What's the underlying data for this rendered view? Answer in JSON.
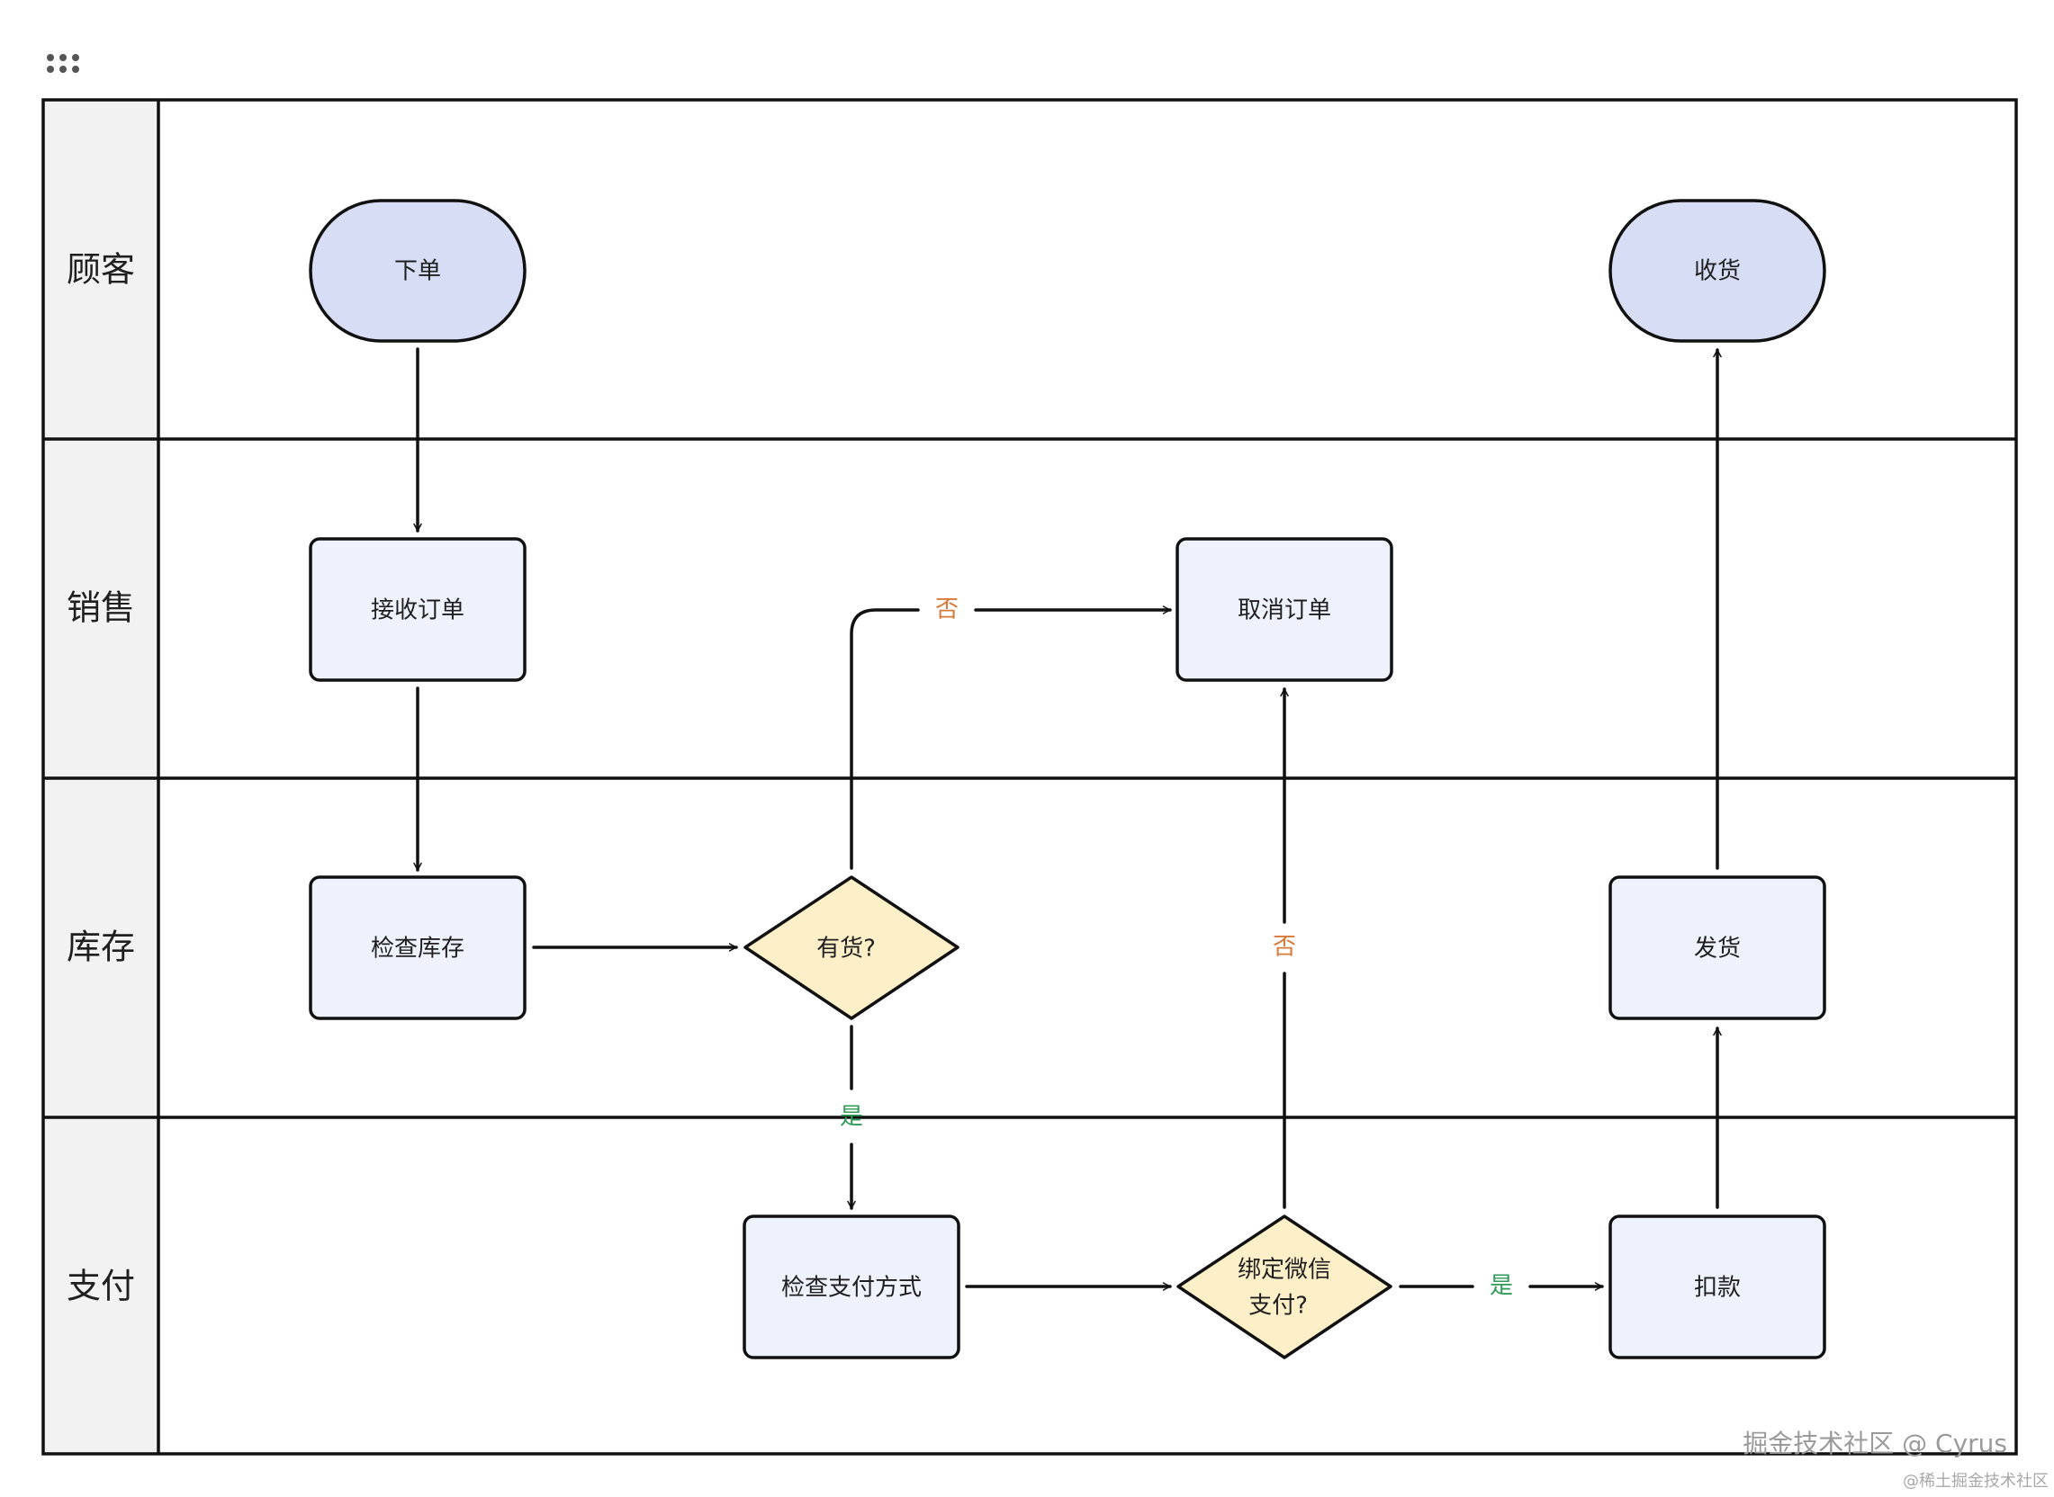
{
  "lanes": [
    "顾客",
    "销售",
    "库存",
    "支付"
  ],
  "nodes": {
    "order": "下单",
    "receive": "收货",
    "accept_order": "接收订单",
    "cancel_order": "取消订单",
    "check_stock": "检查库存",
    "in_stock": "有货?",
    "ship": "发货",
    "check_payment": "检查支付方式",
    "wechat_line1": "绑定微信",
    "wechat_line2": "支付?",
    "deduct": "扣款"
  },
  "edge_labels": {
    "stock_no": "否",
    "stock_yes": "是",
    "wechat_no": "否",
    "wechat_yes": "是"
  },
  "watermark": {
    "line1": "掘金技术社区 @ Cyrus",
    "line2": "@稀土掘金技术社区"
  },
  "colors": {
    "terminal_fill": "#d6ddf5",
    "process_fill": "#eef2fc",
    "decision_fill": "#fdefc7",
    "lane_header_fill": "#f2f2f2",
    "no_label": "#d77a3a",
    "yes_label": "#2e9a55"
  }
}
